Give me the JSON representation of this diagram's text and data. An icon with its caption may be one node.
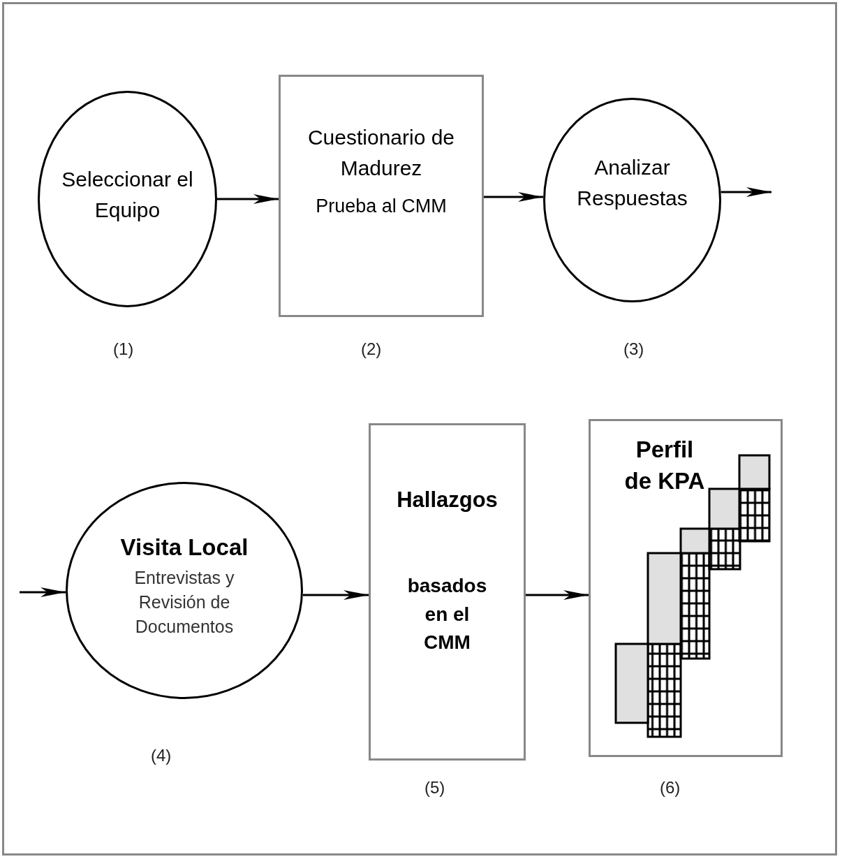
{
  "diagram": {
    "nodes": [
      {
        "text": [
          "Seleccionar el Equipo"
        ],
        "beside": [
          "(1)"
        ]
      },
      {
        "text": [
          "Cuestionario de Madurez",
          "Prueba al CMM"
        ],
        "beside": [
          "(2)"
        ]
      },
      {
        "text": [
          "Analizar Respuestas"
        ],
        "beside": [
          "(3)"
        ]
      },
      {
        "text": [
          "Visita Local",
          "Entrevistas y Revisión de Documentos"
        ],
        "beside": [
          "(4)"
        ]
      },
      {
        "text": [
          "Hallazgos",
          "basados en el CMM"
        ],
        "beside": [
          "(5)"
        ]
      },
      {
        "text": [
          "Perfil de KPA"
        ],
        "beside": [
          "(6)"
        ]
      }
    ],
    "edges": [
      {
        "from": 0,
        "to": 1,
        "arrow": "to"
      },
      {
        "from": 1,
        "to": 2,
        "arrow": "to"
      },
      {
        "from": 2,
        "to": null,
        "arrow": "to"
      },
      {
        "from": null,
        "to": 3,
        "arrow": "to"
      },
      {
        "from": 3,
        "to": 4,
        "arrow": "to"
      },
      {
        "from": 4,
        "to": 5,
        "arrow": "to"
      }
    ]
  }
}
